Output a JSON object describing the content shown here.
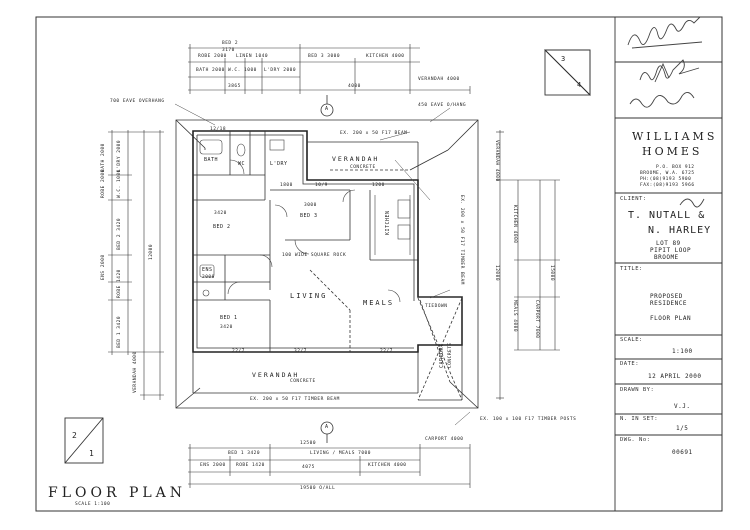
{
  "title_block": {
    "firm_line1": "WILLIAMS",
    "firm_line2": "HOMES",
    "firm_address": [
      "P.O. BOX 912",
      "BROOME, W.A. 6725",
      "PH:(08)9193 5900",
      "FAX:(08)9193 5966"
    ],
    "client_label": "CLIENT:",
    "client_names": [
      "T. NUTALL &",
      "N. HARLEY"
    ],
    "lot_lines": [
      "LOT 89",
      "PIPIT LOOP",
      "BROOME"
    ],
    "title_label": "TITLE:",
    "title_lines": [
      "PROPOSED",
      "RESIDENCE",
      "FLOOR PLAN"
    ],
    "scale_label": "SCALE:",
    "scale_value": "1:100",
    "date_label": "DATE:",
    "date_value": "12 APRIL 2000",
    "drawn_label": "DRAWN BY:",
    "drawn_value": "V.J.",
    "set_label": "N. IN SET:",
    "set_value": "1/5",
    "dwg_label": "DWG. No:",
    "dwg_value": "00691"
  },
  "drawing": {
    "title": "FLOOR PLAN",
    "scale_note": "SCALE 1:100",
    "sheet_marker_top": [
      "3",
      "4"
    ],
    "sheet_marker_bottom": [
      "2",
      "1"
    ],
    "rooms": {
      "bath": "BATH",
      "ldry": "L'DRY",
      "wc": "WC",
      "bed2": "BED 2",
      "bed3": "BED 3",
      "bed1": "BED 1",
      "ens": "ENS",
      "living": "LIVING",
      "meals": "MEALS",
      "kitchen": "KITCHEN",
      "verandah_top": "VERANDAH",
      "concrete_top": "CONCRETE",
      "verandah_bottom": "VERANDAH",
      "concrete_bottom": "CONCRETE",
      "carport": "CARPORT",
      "carport_floor": "CONCRETE"
    },
    "notes": {
      "eave_left": "700 EAVE OVERHANG",
      "eave_right": "450 EAVE O/HANG",
      "beam_top": "EX. 200 x 50 F17 BEAM",
      "beam_bottom": "EX. 200 x 50 F17 TIMBER BEAM",
      "posts": "EX. 100 x 100 F17 TIMBER POSTS",
      "roof_pitch": "100 WIDE SQUARE ROCK",
      "tiedown": "TIEDOWN",
      "timber_beam_right": "EX. 200 x 50 F17 TIMBER BEAM"
    },
    "dims_top": {
      "overall_row1": [
        "BED 2",
        "3170"
      ],
      "row2": [
        "ROBE 2000",
        "LINEN 1040",
        "BED 3 3000",
        "KITCHEN 4000"
      ],
      "row3": [
        "BATH 2000",
        "W.C. 1000",
        "L'DRY 2000"
      ],
      "row4": [
        "3865",
        "4000",
        "VERANDAH 4000"
      ]
    },
    "dims_bottom": {
      "row1": [
        "12500",
        "CARPORT 4000"
      ],
      "row2": [
        "BED 1 3420",
        "LIVING / MEALS 7000"
      ],
      "row3": [
        "ENS 2000",
        "ROBE 1420",
        "4075",
        "KITCHEN 4000"
      ],
      "overall": "19500 O/ALL"
    },
    "dims_left": [
      "BATH 2000",
      "L'DRY 2000",
      "W.C. 1000",
      "ROBE 2000",
      "BED 2 3420",
      "ENS 2000",
      "ROBE 1420",
      "BED 1 3420",
      "VERANDAH 4000",
      "12000"
    ],
    "dims_right": [
      "VERANDAH 4000",
      "KITCHEN 4000",
      "MEALS 4000",
      "CARPORT 7000",
      "15000",
      "12000"
    ],
    "room_sizes": {
      "bed2": "3420",
      "bed3": "3000",
      "bed1": "3420",
      "ens": "2000",
      "w1": "1200",
      "w2": "1800",
      "w3": "22/7",
      "w4": "32/7",
      "w5": "22/7",
      "w6": "10/9",
      "w7": "12/18"
    },
    "section_mark": "A"
  }
}
